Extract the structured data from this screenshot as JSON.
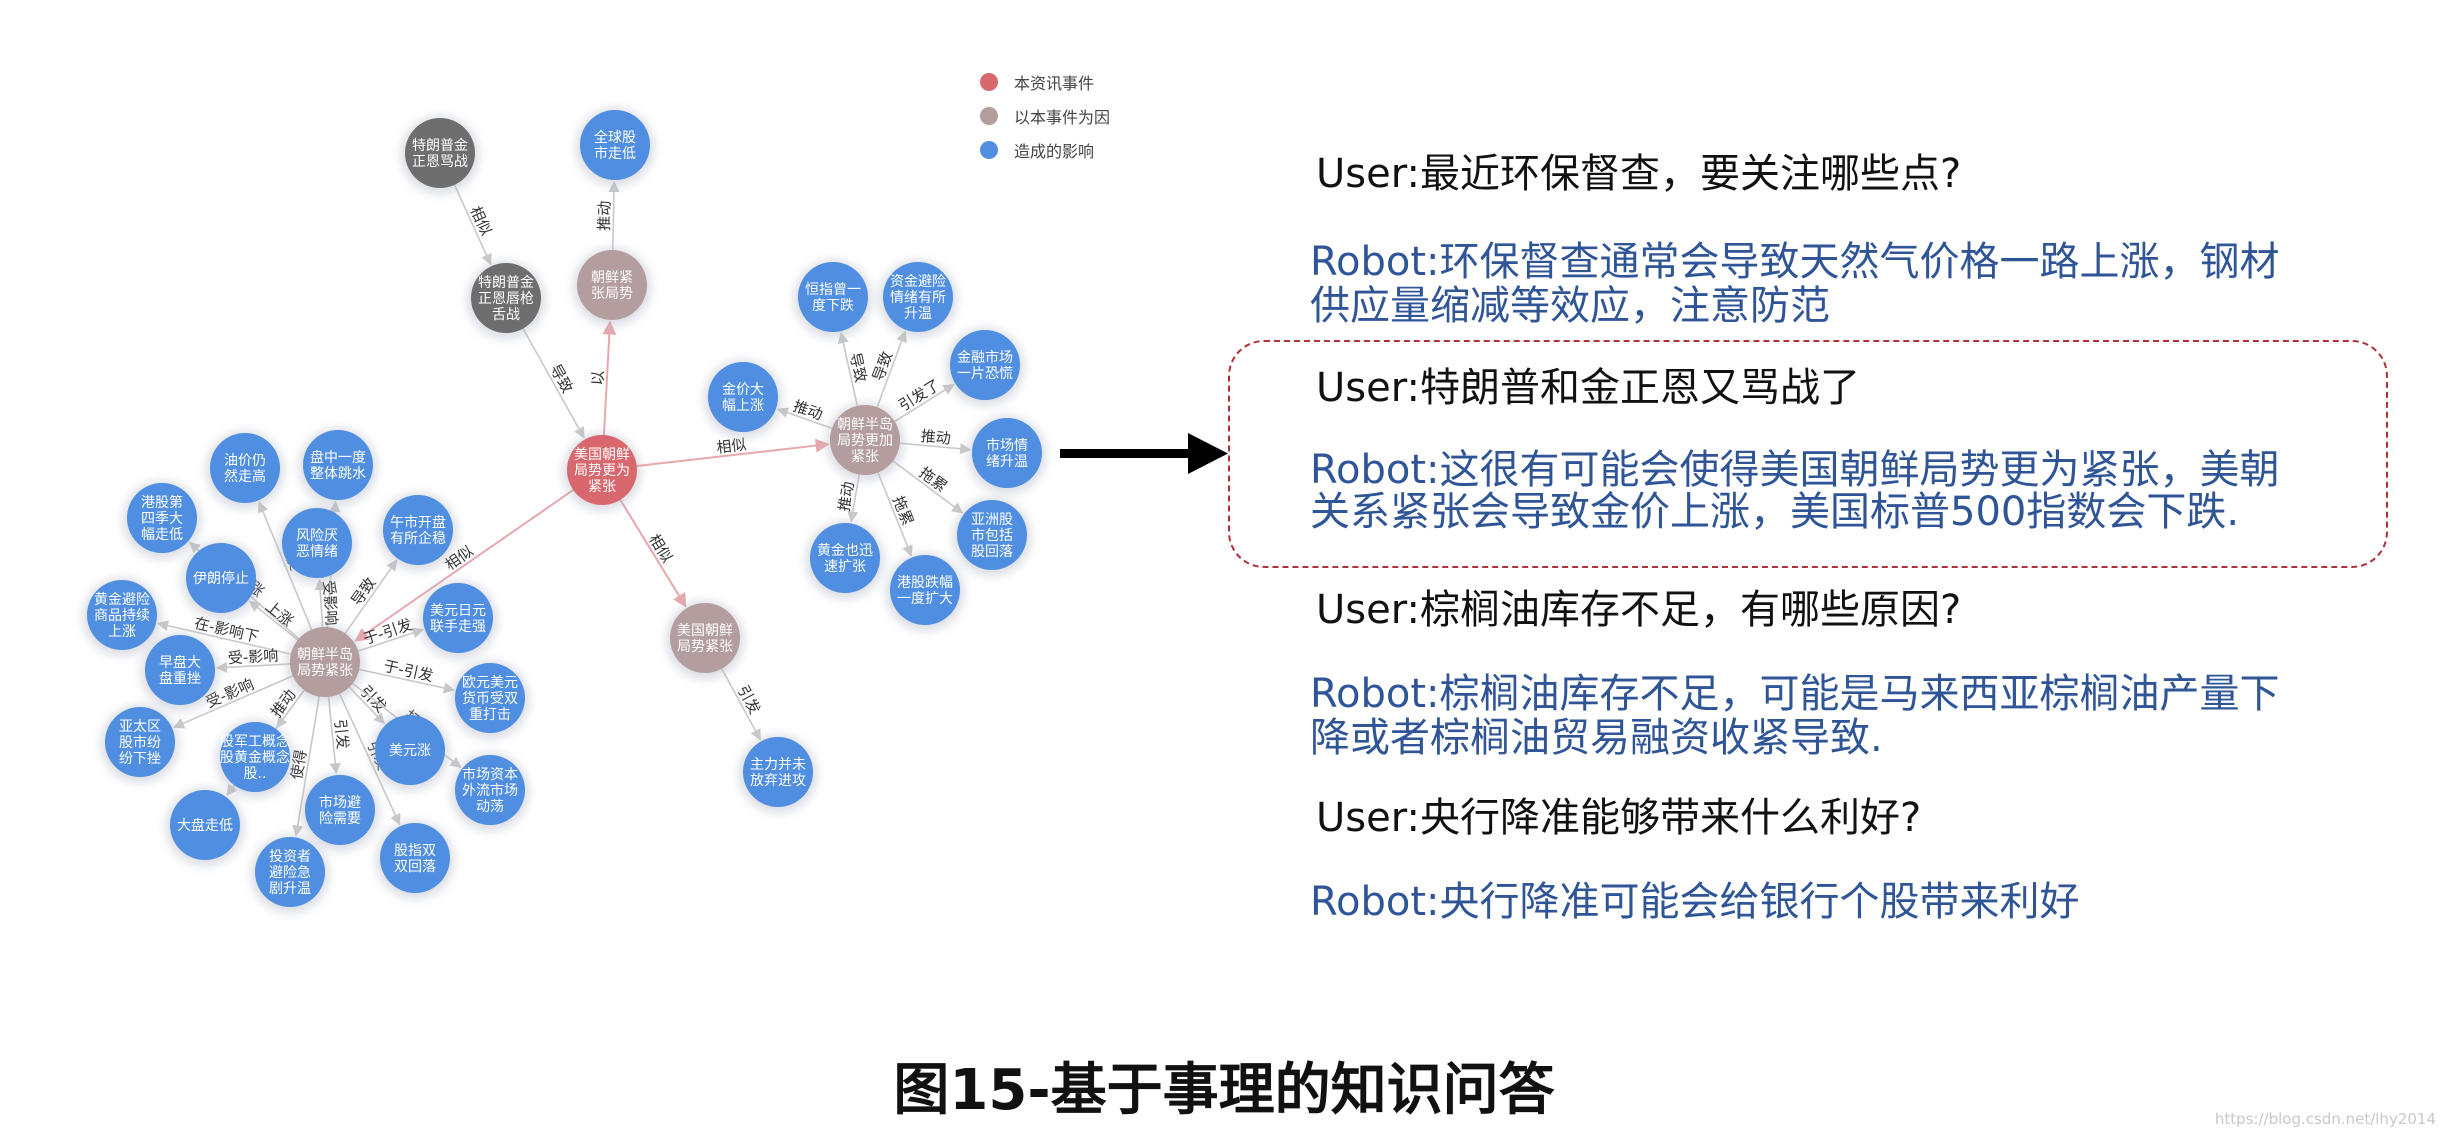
{
  "legend": [
    {
      "label": "本资讯事件",
      "color": "#d9686e"
    },
    {
      "label": "以本事件为因",
      "color": "#b39d9e"
    },
    {
      "label": "造成的影响",
      "color": "#4f8ee0"
    }
  ],
  "graph": {
    "nodes": [
      {
        "id": "main",
        "label": "美国朝鲜局势更为紧张",
        "kind": "event"
      },
      {
        "id": "trump_hist",
        "label": "特朗普金正恩骂战",
        "kind": "history"
      },
      {
        "id": "trump_gun",
        "label": "特朗普金正恩唇枪舌战",
        "kind": "history"
      },
      {
        "id": "nk_tense",
        "label": "朝鲜紧张局势",
        "kind": "cause"
      },
      {
        "id": "global_stock",
        "label": "全球股市走低",
        "kind": "effect"
      },
      {
        "id": "peninsula_more",
        "label": "朝鲜半岛局势更加紧张",
        "kind": "cause"
      },
      {
        "id": "hsi_down",
        "label": "恒指曾一度下跌",
        "kind": "effect"
      },
      {
        "id": "hedge_up",
        "label": "资金避险情绪有所升温",
        "kind": "effect"
      },
      {
        "id": "fin_panic",
        "label": "金融市场一片恐慌",
        "kind": "effect"
      },
      {
        "id": "gold_up",
        "label": "金价大幅上涨",
        "kind": "effect"
      },
      {
        "id": "market_temp",
        "label": "市场情绪升温",
        "kind": "effect"
      },
      {
        "id": "asia_stock",
        "label": "亚洲股市包括股回落",
        "kind": "effect"
      },
      {
        "id": "gold_fast",
        "label": "黄金也迅速扩张",
        "kind": "effect"
      },
      {
        "id": "hk_stock",
        "label": "港股跌幅一度扩大",
        "kind": "effect"
      },
      {
        "id": "us_nk_tense",
        "label": "美国朝鲜局势紧张",
        "kind": "cause"
      },
      {
        "id": "main_force",
        "label": "主力并未放弃进攻",
        "kind": "effect"
      },
      {
        "id": "peninsula",
        "label": "朝鲜半岛局势紧张",
        "kind": "cause"
      },
      {
        "id": "oil_high",
        "label": "油价仍然走高",
        "kind": "effect"
      },
      {
        "id": "plate_up",
        "label": "盘中一度整体跳水",
        "kind": "effect"
      },
      {
        "id": "hk_q4",
        "label": "港股第四季大幅走低",
        "kind": "effect"
      },
      {
        "id": "risk_aversion",
        "label": "风险厌恶情绪",
        "kind": "effect"
      },
      {
        "id": "noon_open",
        "label": "午市开盘有所企稳",
        "kind": "effect"
      },
      {
        "id": "iran_stop",
        "label": "伊朗停止",
        "kind": "effect"
      },
      {
        "id": "gold_hedge",
        "label": "黄金避险商品持续上涨",
        "kind": "effect"
      },
      {
        "id": "usdjpy",
        "label": "美元日元联手走强",
        "kind": "effect"
      },
      {
        "id": "morning",
        "label": "早盘大盘重挫",
        "kind": "effect"
      },
      {
        "id": "euro_usd",
        "label": "欧元美元货币受双重打击",
        "kind": "effect"
      },
      {
        "id": "asia_pacific",
        "label": "亚太区股市纷纷下挫",
        "kind": "effect"
      },
      {
        "id": "military",
        "label": "股军工概念股黄金概念股..",
        "kind": "effect"
      },
      {
        "id": "usd_up",
        "label": "美元涨",
        "kind": "effect"
      },
      {
        "id": "capital",
        "label": "市场资本外流市场动荡",
        "kind": "effect"
      },
      {
        "id": "big_fall",
        "label": "大盘走低",
        "kind": "effect"
      },
      {
        "id": "hedge_need",
        "label": "市场避险需要",
        "kind": "effect"
      },
      {
        "id": "investor",
        "label": "投资者避险急剧升温",
        "kind": "effect"
      },
      {
        "id": "index_fall",
        "label": "股指双双回落",
        "kind": "effect"
      }
    ],
    "edges": [
      {
        "source": "trump_hist",
        "target": "trump_gun",
        "label": "相似"
      },
      {
        "source": "trump_gun",
        "target": "main",
        "label": "导致"
      },
      {
        "source": "main",
        "target": "nk_tense",
        "label": "以"
      },
      {
        "source": "nk_tense",
        "target": "global_stock",
        "label": "推动"
      },
      {
        "source": "main",
        "target": "peninsula_more",
        "label": "相似"
      },
      {
        "source": "main",
        "target": "us_nk_tense",
        "label": "相似"
      },
      {
        "source": "us_nk_tense",
        "target": "main_force",
        "label": "引发"
      },
      {
        "source": "main",
        "target": "peninsula",
        "label": "相似"
      },
      {
        "source": "peninsula_more",
        "target": "hsi_down",
        "label": "导致"
      },
      {
        "source": "peninsula_more",
        "target": "hedge_up",
        "label": "导致"
      },
      {
        "source": "peninsula_more",
        "target": "fin_panic",
        "label": "引发了"
      },
      {
        "source": "peninsula_more",
        "target": "gold_up",
        "label": "推动"
      },
      {
        "source": "peninsula_more",
        "target": "market_temp",
        "label": "推动"
      },
      {
        "source": "peninsula_more",
        "target": "asia_stock",
        "label": "拖累"
      },
      {
        "source": "peninsula_more",
        "target": "gold_fast",
        "label": "推动"
      },
      {
        "source": "peninsula_more",
        "target": "hk_stock",
        "label": "拖累"
      },
      {
        "source": "peninsula",
        "target": "oil_high",
        "label": "使"
      },
      {
        "source": "peninsula",
        "target": "plate_up",
        "label": "导致"
      },
      {
        "source": "peninsula",
        "target": "hk_q4",
        "label": "上涨"
      },
      {
        "source": "peninsula",
        "target": "risk_aversion",
        "label": "受影响"
      },
      {
        "source": "peninsula",
        "target": "noon_open",
        "label": "导致"
      },
      {
        "source": "peninsula",
        "target": "iran_stop",
        "label": "上涨"
      },
      {
        "source": "peninsula",
        "target": "gold_hedge",
        "label": "在-影响下"
      },
      {
        "source": "peninsula",
        "target": "usdjpy",
        "label": "于-引发"
      },
      {
        "source": "peninsula",
        "target": "morning",
        "label": "受-影响"
      },
      {
        "source": "peninsula",
        "target": "euro_usd",
        "label": "于-引发"
      },
      {
        "source": "peninsula",
        "target": "asia_pacific",
        "label": "受-影响"
      },
      {
        "source": "peninsula",
        "target": "military",
        "label": "推动"
      },
      {
        "source": "peninsula",
        "target": "usd_up",
        "label": "引发"
      },
      {
        "source": "peninsula",
        "target": "capital",
        "label": "打"
      },
      {
        "source": "peninsula",
        "target": "big_fall",
        "label": "导致"
      },
      {
        "source": "peninsula",
        "target": "hedge_need",
        "label": "引发"
      },
      {
        "source": "peninsula",
        "target": "investor",
        "label": "使得"
      },
      {
        "source": "peninsula",
        "target": "index_fall",
        "label": "引发"
      }
    ]
  },
  "dialogue": [
    {
      "question": "User:最近环保督查，要关注哪些点?",
      "answer": [
        "Robot:环保督查通常会导致天然气价格一路上涨，钢材",
        "供应量缩减等效应，注意防范"
      ],
      "highlighted": false
    },
    {
      "question": "User:特朗普和金正恩又骂战了",
      "answer": [
        "Robot:这很有可能会使得美国朝鲜局势更为紧张，美朝",
        "关系紧张会导致金价上涨，美国标普500指数会下跌."
      ],
      "highlighted": true
    },
    {
      "question": "User:棕榈油库存不足，有哪些原因?",
      "answer": [
        "Robot:棕榈油库存不足，可能是马来西亚棕榈油产量下",
        "降或者棕榈油贸易融资收紧导致."
      ],
      "highlighted": false
    },
    {
      "question": "User:央行降准能够带来什么利好?",
      "answer": [
        "Robot:央行降准可能会给银行个股带来利好"
      ],
      "highlighted": false
    }
  ],
  "caption": "图15-基于事理的知识问答",
  "watermark": "https://blog.csdn.net/lhy2014"
}
